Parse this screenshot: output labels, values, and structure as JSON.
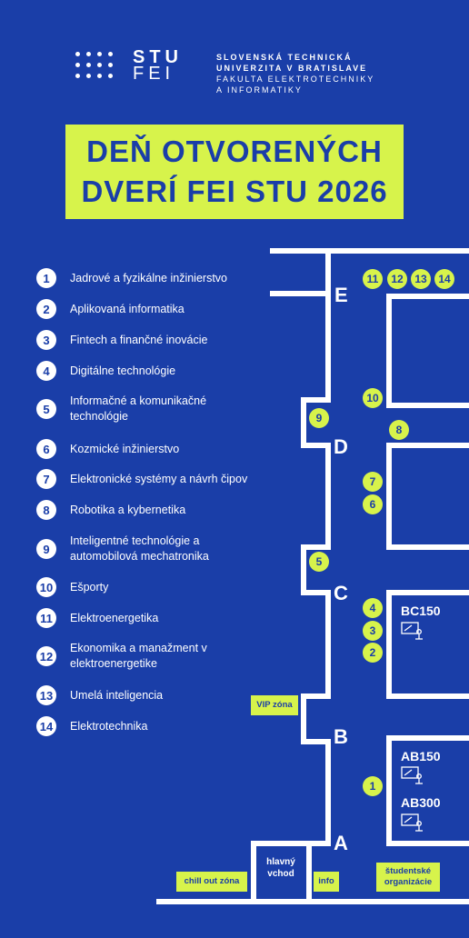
{
  "logo": {
    "line1": "STU",
    "line2": "FEI"
  },
  "university": {
    "line1": "SLOVENSKÁ TECHNICKÁ",
    "line2": "UNIVERZITA V BRATISLAVE",
    "line3": "FAKULTA ELEKTROTECHNIKY",
    "line4": "A INFORMATIKY"
  },
  "title": {
    "line1": "DEŇ OTVORENÝCH",
    "line2": "DVERÍ FEI STU 2026"
  },
  "legend": [
    {
      "num": "1",
      "label": "Jadrové a fyzikálne inžinierstvo"
    },
    {
      "num": "2",
      "label": "Aplikovaná informatika"
    },
    {
      "num": "3",
      "label": "Fintech a finančné inovácie"
    },
    {
      "num": "4",
      "label": "Digitálne technológie"
    },
    {
      "num": "5",
      "label": "Informačné a komunikačné technológie"
    },
    {
      "num": "6",
      "label": "Kozmické inžinierstvo"
    },
    {
      "num": "7",
      "label": "Elektronické systémy a návrh čipov"
    },
    {
      "num": "8",
      "label": "Robotika a kybernetika"
    },
    {
      "num": "9",
      "label": "Inteligentné technológie a automobilová mechatronika"
    },
    {
      "num": "10",
      "label": "Ešporty"
    },
    {
      "num": "11",
      "label": "Elektroenergetika"
    },
    {
      "num": "12",
      "label": "Ekonomika a manažment v elektroenergetike"
    },
    {
      "num": "13",
      "label": "Umelá inteligencia"
    },
    {
      "num": "14",
      "label": "Elektrotechnika"
    }
  ],
  "map": {
    "blocks": [
      "E",
      "D",
      "C",
      "B",
      "A"
    ],
    "pins": [
      "11",
      "12",
      "13",
      "14",
      "10",
      "9",
      "8",
      "7",
      "6",
      "5",
      "4",
      "3",
      "2",
      "1"
    ],
    "rooms": [
      "BC150",
      "AB150",
      "AB300"
    ],
    "tags": {
      "vip": "VIP zóna",
      "chill": "chill out zóna",
      "info": "info",
      "students": "študentské organizácie",
      "entrance": "hlavný vchod"
    }
  },
  "colors": {
    "background": "#1a3ea8",
    "accent": "#d7f34b",
    "line": "#ffffff"
  }
}
